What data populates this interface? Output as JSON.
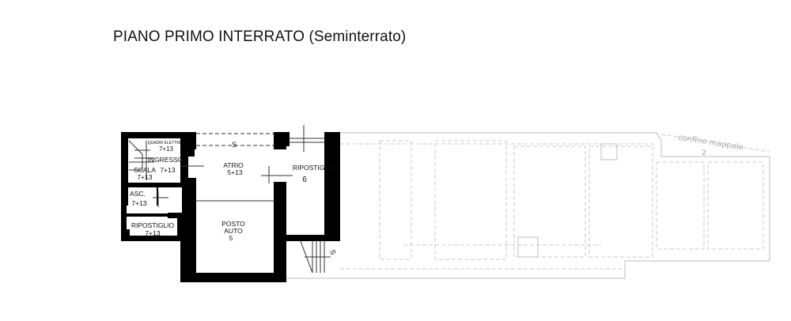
{
  "title": "PIANO PRIMO INTERRATO (Seminterrato)",
  "rooms": {
    "quadri": {
      "name": "QUADRI ELETTRICI",
      "code": "7+13"
    },
    "ingresso": {
      "name": "INGRESSO",
      "code": "7+13"
    },
    "scala": {
      "name": "SCALA",
      "code": "7+13"
    },
    "asc": {
      "name": "ASC.",
      "code": "7+13"
    },
    "ripostiglio_small": {
      "name": "RIPOSTIGLIO",
      "code": "7+13"
    },
    "atrio": {
      "name": "ATRIO",
      "code": "5+13"
    },
    "posto_auto": {
      "name1": "POSTO",
      "name2": "AUTO",
      "code": "5"
    },
    "ripostiglio": {
      "name": "RIPOSTIGLIO",
      "code": "6"
    }
  },
  "markers": {
    "s_top": "S",
    "s_stair": "S"
  },
  "boundary": {
    "label": "confine mappale",
    "parcel": "2"
  },
  "colors": {
    "wall": "#000000",
    "outline": "#bdbdbd"
  }
}
